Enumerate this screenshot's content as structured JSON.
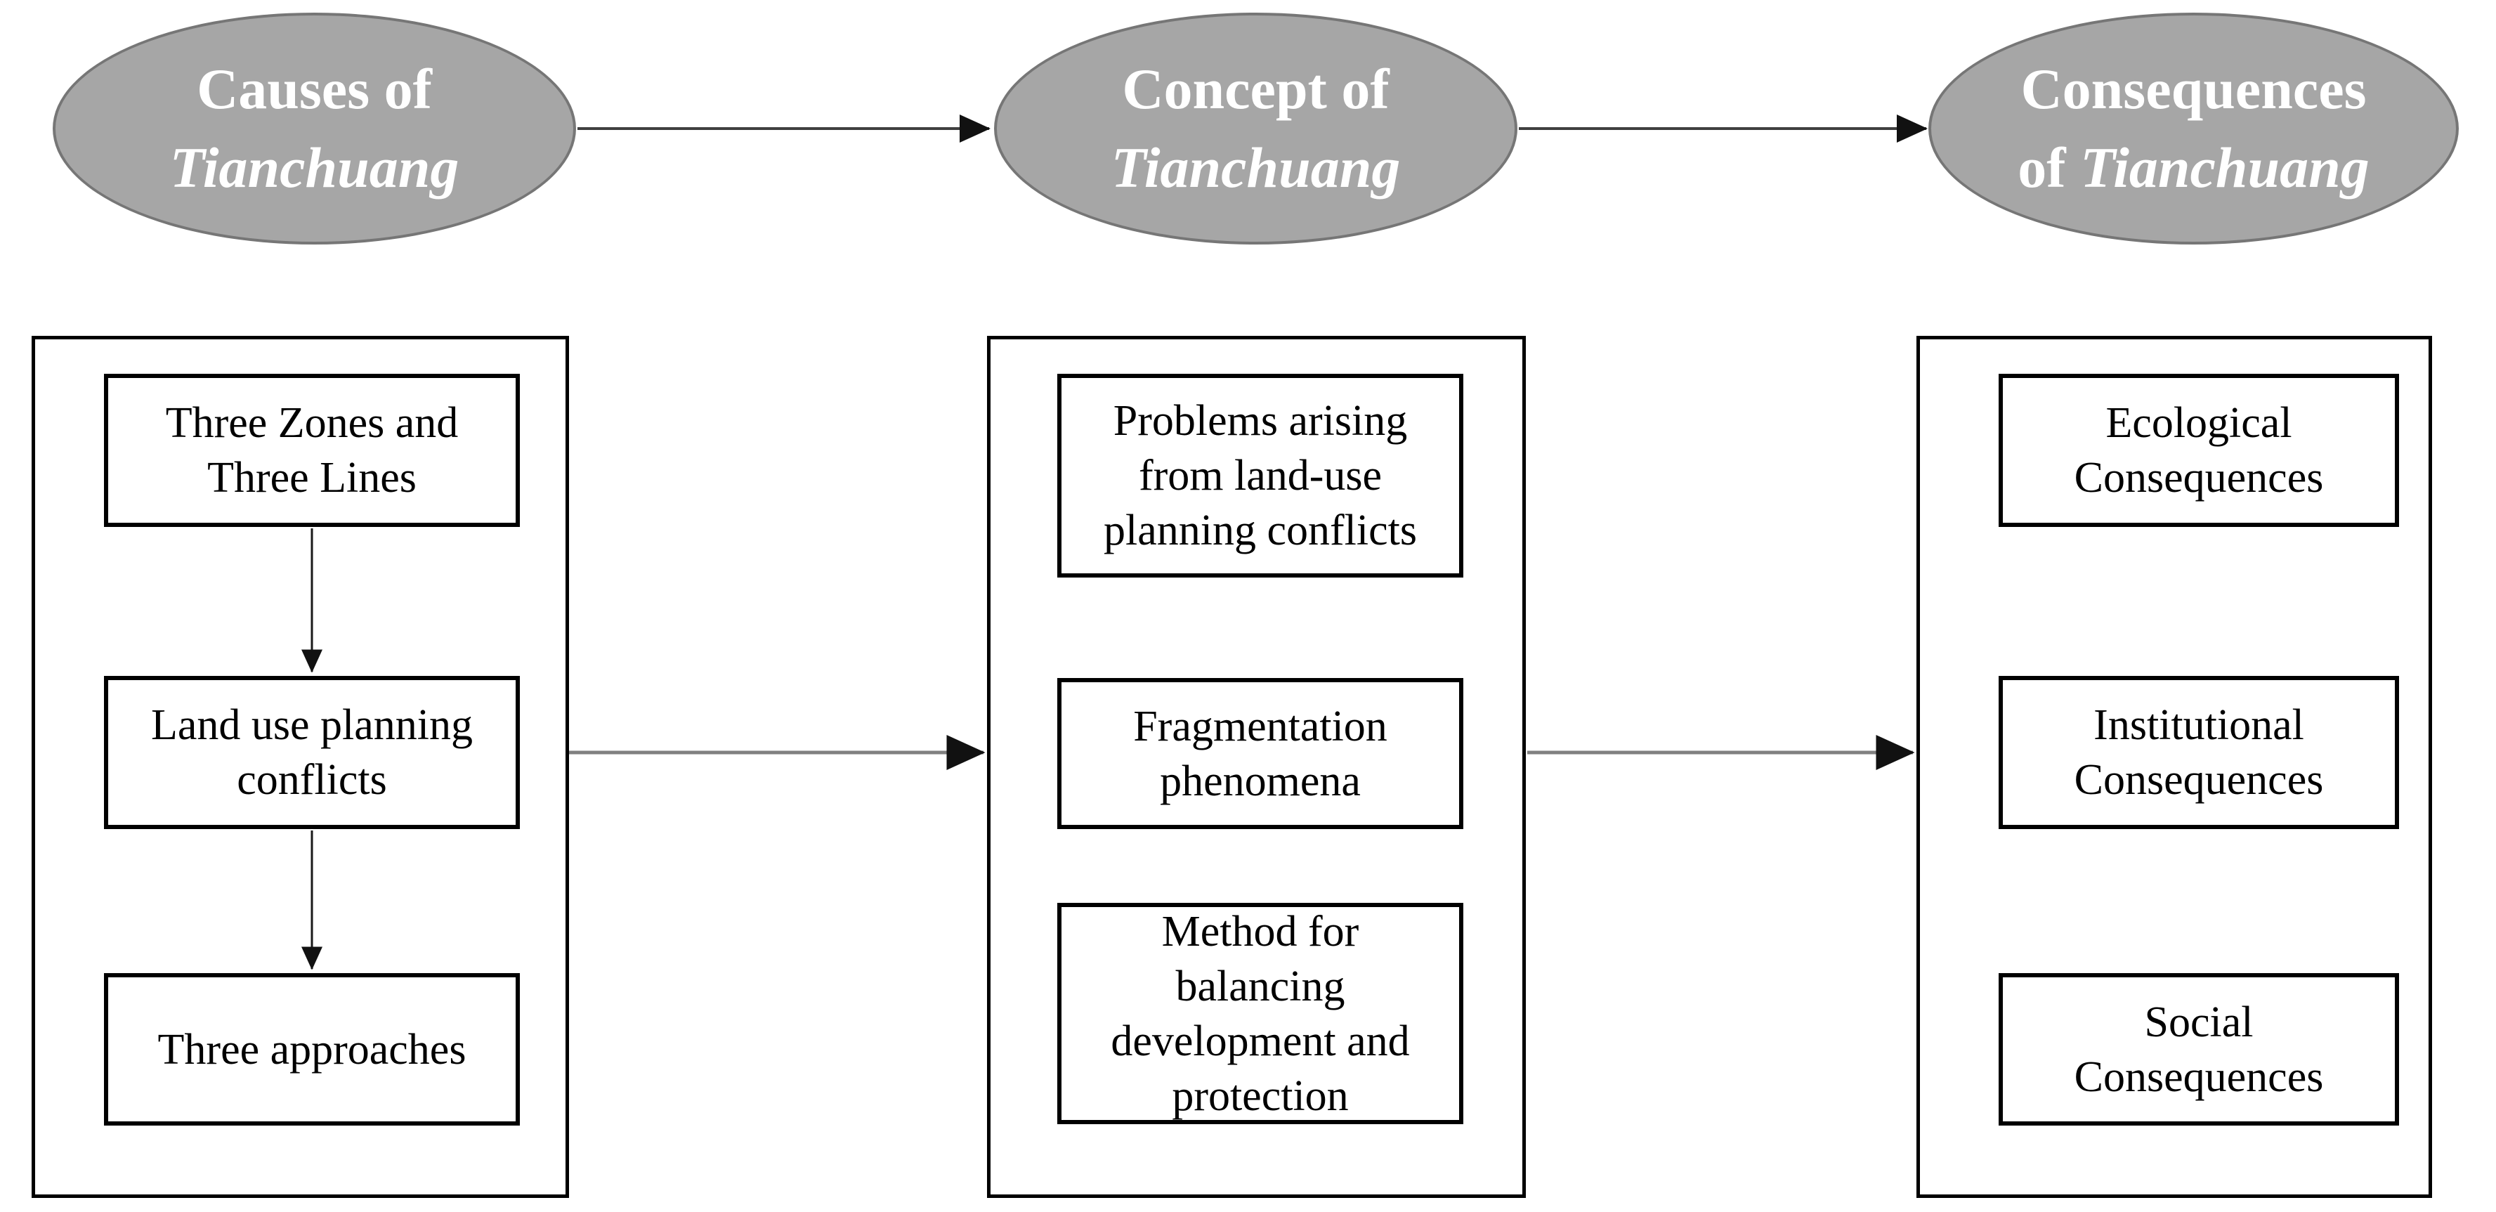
{
  "colors": {
    "background": "#ffffff",
    "ellipse_fill": "#a6a6a6",
    "ellipse_border": "#767676",
    "ellipse_text": "#ffffff",
    "panel_border": "#000000",
    "box_border": "#000000",
    "box_text": "#000000",
    "arrow_top": "#3f3f3f",
    "arrow_mid": "#808080",
    "arrow_vertical": "#1a1a1a",
    "arrowhead": "#111111"
  },
  "ellipses": [
    {
      "name": "causes",
      "line1": "Causes of",
      "line2_prefix": "",
      "line2_italic": "Tianchuang"
    },
    {
      "name": "concept",
      "line1": "Concept of",
      "line2_prefix": "",
      "line2_italic": "Tianchuang"
    },
    {
      "name": "consequences",
      "line1": "Consequences",
      "line2_prefix": "of ",
      "line2_italic": "Tianchuang"
    }
  ],
  "columns": [
    {
      "name": "causes",
      "boxes": [
        {
          "lines": [
            "Three Zones and",
            "Three Lines"
          ]
        },
        {
          "lines": [
            "Land use planning",
            "conflicts"
          ]
        },
        {
          "lines": [
            "Three approaches"
          ]
        }
      ]
    },
    {
      "name": "concept",
      "boxes": [
        {
          "lines": [
            "Problems arising",
            "from land-use",
            "planning conflicts"
          ]
        },
        {
          "lines": [
            "Fragmentation",
            "phenomena"
          ]
        },
        {
          "lines": [
            "Method for",
            "balancing",
            "development and",
            "protection"
          ]
        }
      ]
    },
    {
      "name": "consequences",
      "boxes": [
        {
          "lines": [
            "Ecological",
            "Consequences"
          ]
        },
        {
          "lines": [
            "Institutional",
            "Consequences"
          ]
        },
        {
          "lines": [
            "Social",
            "Consequences"
          ]
        }
      ]
    }
  ],
  "arrows": [
    {
      "from": "causes-ellipse",
      "to": "concept-ellipse"
    },
    {
      "from": "concept-ellipse",
      "to": "consequences-ellipse"
    },
    {
      "from": "three-zones-and-three-lines",
      "to": "land-use-planning-conflicts"
    },
    {
      "from": "land-use-planning-conflicts",
      "to": "three-approaches"
    },
    {
      "from": "causes-panel",
      "to": "concept-panel"
    },
    {
      "from": "concept-panel",
      "to": "consequences-panel"
    }
  ]
}
